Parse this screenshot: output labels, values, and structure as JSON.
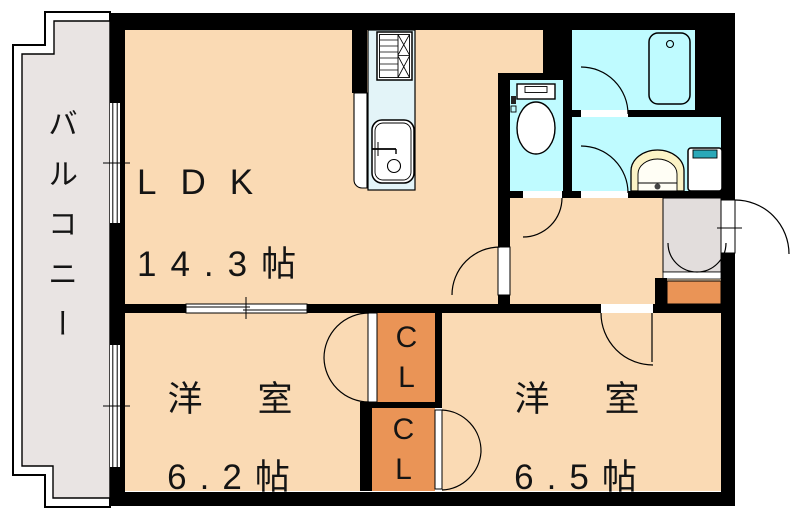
{
  "rooms": {
    "balcony": {
      "label": "バルコニー"
    },
    "ldk": {
      "name": "LDK",
      "size": "14.3帖"
    },
    "bedroom_a": {
      "name": "洋　室",
      "size": "6.2帖"
    },
    "bedroom_b": {
      "name": "洋　室",
      "size": "6.5帖"
    },
    "closet_upper": {
      "label": "CL"
    },
    "closet_lower": {
      "label": "CL"
    }
  },
  "colors": {
    "wall": "#000000",
    "room_floor": "#FADAB4",
    "balcony_floor": "#E9E4E3",
    "entry_floor": "#E2DDDC",
    "wet_area": "#BFFBFF",
    "kitchen_counter": "#E3F4F8",
    "closet": "#EA9456",
    "shoe_cabinet": "#EA9456",
    "vanity": "#FBF3C6",
    "washer_accent": "#2AA8B8"
  }
}
